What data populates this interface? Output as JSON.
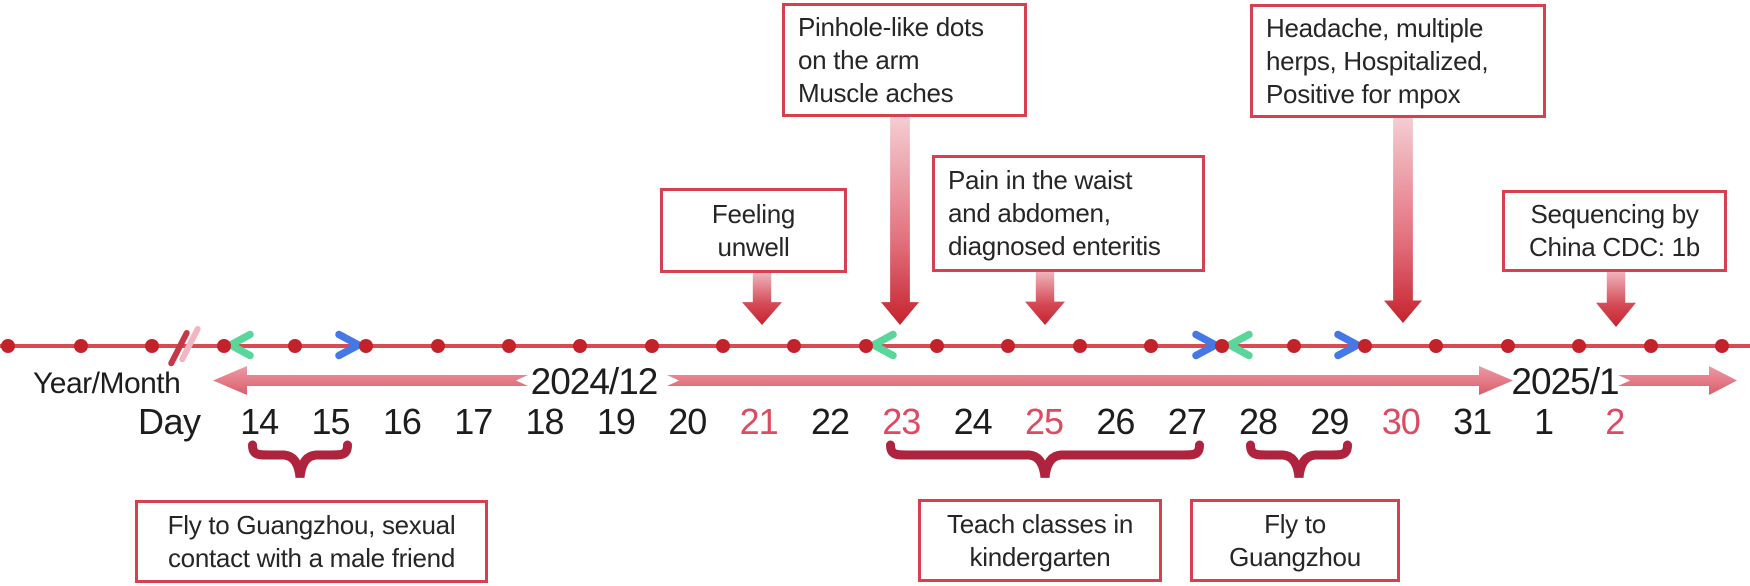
{
  "axis": {
    "year_month_label": "Year/Month",
    "day_label": "Day",
    "months": [
      {
        "id": "2024-12",
        "label": "2024/12"
      },
      {
        "id": "2025-1",
        "label": "2025/1"
      }
    ],
    "days": [
      {
        "label": "14",
        "red": false
      },
      {
        "label": "15",
        "red": false
      },
      {
        "label": "16",
        "red": false
      },
      {
        "label": "17",
        "red": false
      },
      {
        "label": "18",
        "red": false
      },
      {
        "label": "19",
        "red": false
      },
      {
        "label": "20",
        "red": false
      },
      {
        "label": "21",
        "red": true
      },
      {
        "label": "22",
        "red": false
      },
      {
        "label": "23",
        "red": true
      },
      {
        "label": "24",
        "red": false
      },
      {
        "label": "25",
        "red": true
      },
      {
        "label": "26",
        "red": false
      },
      {
        "label": "27",
        "red": false
      },
      {
        "label": "28",
        "red": false
      },
      {
        "label": "29",
        "red": false
      },
      {
        "label": "30",
        "red": true
      },
      {
        "label": "31",
        "red": false
      },
      {
        "label": "1",
        "red": false
      },
      {
        "label": "2",
        "red": true
      }
    ]
  },
  "events_top": [
    {
      "id": "feeling",
      "day": "21",
      "lines": [
        "Feeling",
        "unwell"
      ]
    },
    {
      "id": "pinhole",
      "day": "23",
      "lines": [
        "Pinhole-like dots",
        "on the arm",
        "Muscle aches"
      ]
    },
    {
      "id": "pain",
      "day": "25",
      "lines": [
        "Pain in the waist",
        "and abdomen,",
        "diagnosed enteritis"
      ]
    },
    {
      "id": "headache",
      "day": "30",
      "lines": [
        "Headache, multiple",
        "herps, Hospitalized,",
        "Positive for mpox"
      ]
    },
    {
      "id": "sequencing",
      "day": "2",
      "lines": [
        "Sequencing by",
        "China CDC: 1b"
      ]
    }
  ],
  "events_bottom": [
    {
      "id": "fly-guangzhou-1",
      "days": "14-15",
      "lines": [
        "Fly to Guangzhou, sexual",
        "contact with a male friend"
      ]
    },
    {
      "id": "teach-classes",
      "days": "23-27",
      "lines": [
        "Teach classes in",
        "kindergarten"
      ]
    },
    {
      "id": "fly-guangzhou-2",
      "days": "28-29",
      "lines": [
        "Fly to",
        "Guangzhou"
      ]
    }
  ],
  "colors": {
    "axis_line": "#d84b55",
    "dot": "#c4222b",
    "day_highlight": "#df4a62",
    "text": "#1d1d1d",
    "box_border": "#d5414e",
    "brace": "#b0233f",
    "travel_green": "#5bd69b",
    "travel_teal": "#49b9c6",
    "travel_blue": "#4478e6",
    "month_arrow_top": "#ec9ba5",
    "month_arrow_bottom": "#db5c6a"
  }
}
